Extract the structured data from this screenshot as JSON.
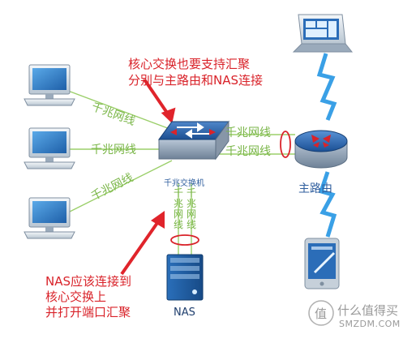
{
  "annotations": {
    "top_line1": "核心交换也要支持汇聚",
    "top_line2": "分别与主路由和NAS连接",
    "bottom_line1": "NAS应该连接到",
    "bottom_line2": "核心交换上",
    "bottom_line3": "并打开端口汇聚"
  },
  "labels": {
    "switch": "千兆交换机",
    "router": "主路由",
    "nas": "NAS",
    "gigabit": "千兆网线"
  },
  "watermark": {
    "logo_char": "值",
    "title": "什么值得买",
    "domain": "SMZDM.COM"
  },
  "colors": {
    "cable_green": "#9bcf6a",
    "annotation_red": "#d9232a",
    "wireless_blue": "#3aa0e6",
    "device_blue": "#1f6fb6"
  }
}
